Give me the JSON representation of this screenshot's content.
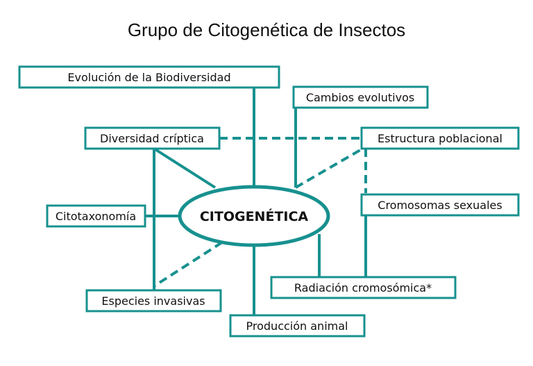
{
  "title": "Grupo de Citogenética de Insectos",
  "colors": {
    "accent": "#17918f",
    "text": "#111111",
    "background": "#ffffff"
  },
  "center": {
    "label": "CITOGENÉTICA"
  },
  "nodes": {
    "evolucion": {
      "label": "Evolución de la Biodiversidad"
    },
    "cambios": {
      "label": "Cambios evolutivos"
    },
    "diversidad": {
      "label": "Diversidad críptica"
    },
    "estructura": {
      "label": "Estructura poblacional"
    },
    "citotaxonomia": {
      "label": "Citotaxonomía"
    },
    "cromosomas": {
      "label": "Cromosomas sexuales"
    },
    "especies": {
      "label": "Especies invasivas"
    },
    "radiacion": {
      "label": "Radiación cromosómica*"
    },
    "produccion": {
      "label": "Producción animal"
    }
  },
  "connections": [
    {
      "from": "center",
      "to": "evolucion",
      "style": "solid"
    },
    {
      "from": "center",
      "to": "cambios",
      "style": "solid"
    },
    {
      "from": "center",
      "to": "diversidad",
      "style": "solid"
    },
    {
      "from": "center",
      "to": "estructura",
      "style": "dashed"
    },
    {
      "from": "center",
      "to": "citotaxonomia",
      "style": "solid"
    },
    {
      "from": "center",
      "to": "especies",
      "style": "dashed"
    },
    {
      "from": "center",
      "to": "radiacion",
      "style": "solid"
    },
    {
      "from": "center",
      "to": "produccion",
      "style": "solid"
    },
    {
      "from": "diversidad",
      "to": "estructura",
      "style": "dashed"
    },
    {
      "from": "estructura",
      "to": "cromosomas",
      "style": "dashed"
    },
    {
      "from": "cromosomas",
      "to": "radiacion",
      "style": "solid"
    },
    {
      "from": "diversidad",
      "to": "citotaxonomia",
      "style": "solid"
    },
    {
      "from": "diversidad",
      "to": "especies",
      "style": "solid"
    }
  ]
}
